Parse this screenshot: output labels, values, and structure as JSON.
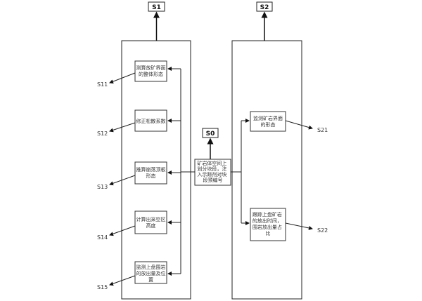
{
  "tags": {
    "s1": "S1",
    "s2": "S2",
    "s0": "S0"
  },
  "left_steps": [
    {
      "id": "S11",
      "lines": [
        "测算放矿界面",
        "的整体形态"
      ]
    },
    {
      "id": "S12",
      "lines": [
        "修正松散系数"
      ]
    },
    {
      "id": "S13",
      "lines": [
        "推算崩落顶板",
        "形态"
      ]
    },
    {
      "id": "S14",
      "lines": [
        "计算出采空区",
        "高度"
      ]
    },
    {
      "id": "S15",
      "lines": [
        "监测上盘围岩",
        "的放出量及位",
        "置"
      ]
    }
  ],
  "center_node": {
    "lines": [
      "矿岩体空间上",
      "划分块段，注",
      "入示踪剂对块",
      "段预编号"
    ]
  },
  "right_steps": [
    {
      "id": "S21",
      "lines": [
        "监测矿岩界面",
        "的形态"
      ]
    },
    {
      "id": "S22",
      "lines": [
        "跟踪上盘矿岩",
        "的放出时间，",
        "围岩放出量占",
        "比"
      ]
    }
  ]
}
